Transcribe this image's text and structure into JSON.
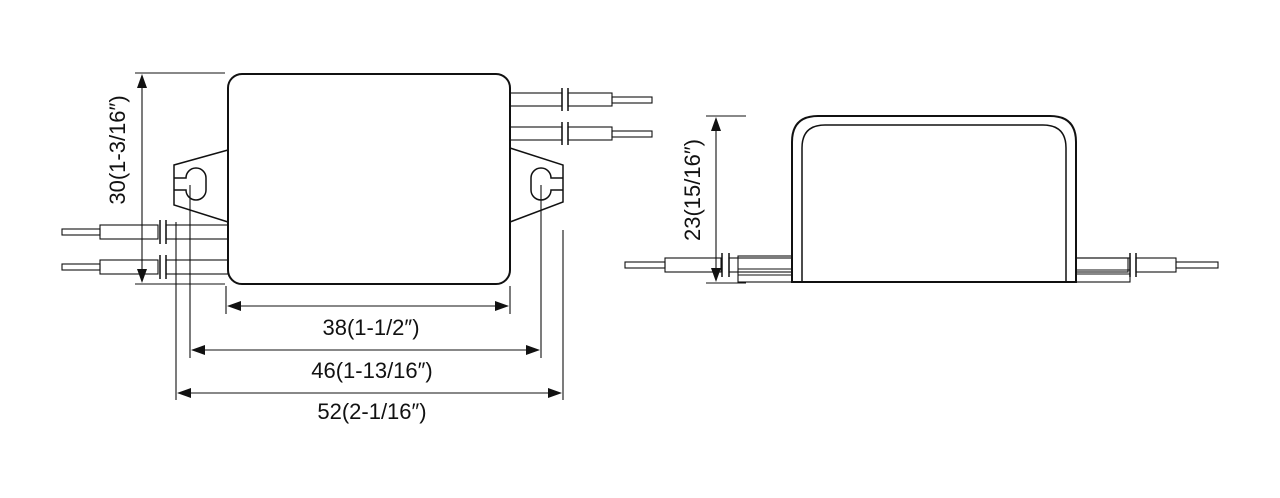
{
  "dimensions": {
    "front_height": "30(1-3/16″)",
    "inner_width": "38(1-1/2″)",
    "mount_width": "46(1-13/16″)",
    "overall_width": "52(2-1/16″)",
    "side_height": "23(15/16″)"
  }
}
